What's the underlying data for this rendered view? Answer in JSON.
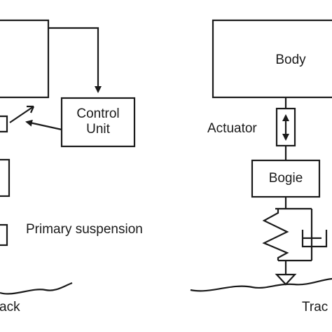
{
  "labels": {
    "control_unit": "Control\nUnit",
    "primary_suspension": "Primary suspension",
    "track_left": "ack",
    "body": "Body",
    "actuator": "Actuator",
    "bogie": "Bogie",
    "track_right": "Trac"
  },
  "colors": {
    "line": "#1a1a1a",
    "background": "#ffffff"
  }
}
